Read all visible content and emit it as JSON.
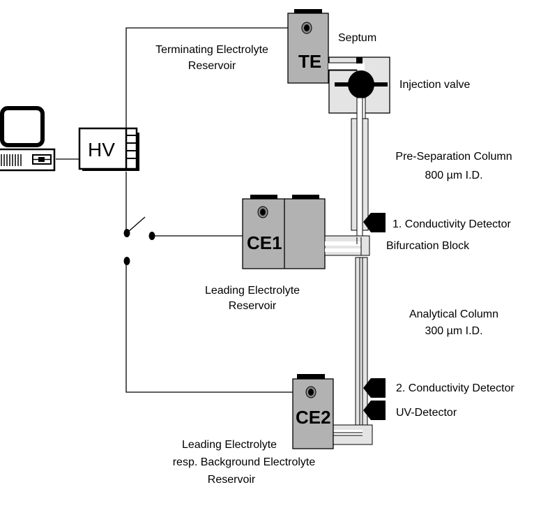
{
  "title": "Isotachophoresis column-coupling setup",
  "colors": {
    "reservoir": "#b2b2b2",
    "valve": "#e4e4e4",
    "tube": "#e4e4e4",
    "ink": "#000000"
  },
  "units": {
    "hv": "HV",
    "te": "TE",
    "ce1": "CE1",
    "ce2": "CE2"
  },
  "labels": {
    "te_line1": "Terminating Electrolyte",
    "te_line2": "Reservoir",
    "septum": "Septum",
    "injection_valve": "Injection valve",
    "presep_line1": "Pre-Separation Column",
    "presep_line2": "800 µm I.D.",
    "detector1": "1. Conductivity Detector",
    "bifurcation": "Bifurcation Block",
    "le_line1": "Leading Electrolyte",
    "le_line2": "Reservoir",
    "analytical_line1": "Analytical Column",
    "analytical_line2": "300 µm I.D.",
    "detector2": "2. Conductivity Detector",
    "uv_detector": "UV-Detector",
    "ce2_line1": "Leading Electrolyte",
    "ce2_line2": "resp. Background Electrolyte",
    "ce2_line3": "Reservoir"
  }
}
